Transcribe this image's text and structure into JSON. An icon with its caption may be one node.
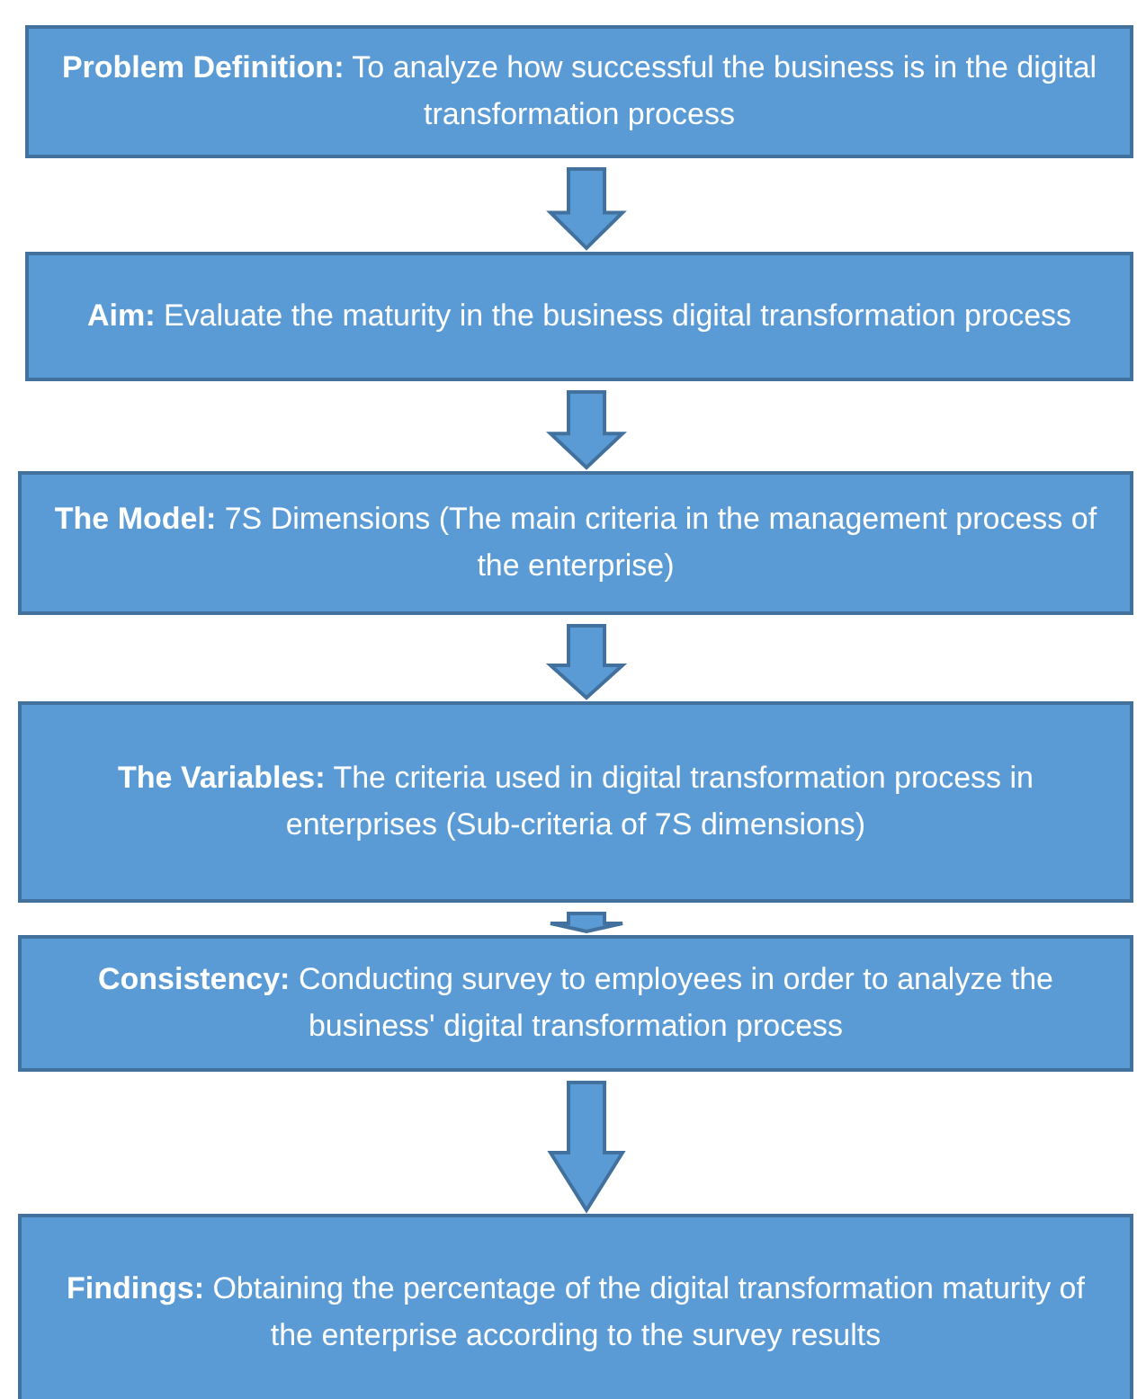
{
  "diagram": {
    "nodes": [
      {
        "text": [
          "**Problem Definition:** To analyze how successful the business is in the digital transformation process"
        ]
      },
      {
        "text": [
          "**Aim:** Evaluate the maturity in the business digital transformation process"
        ]
      },
      {
        "text": [
          "**The Model:** 7S Dimensions (The main criteria in the management process of the enterprise)"
        ]
      },
      {
        "text": [
          "**The Variables:** The criteria used in digital transformation process in enterprises (Sub-criteria of 7S dimensions)"
        ]
      },
      {
        "text": [
          "**Consistency:** Conducting survey to employees in order to analyze the business' digital transformation process"
        ]
      },
      {
        "text": [
          "**Findings:** Obtaining the percentage of the digital transformation maturity of the enterprise according to the survey results"
        ]
      }
    ],
    "edges": [
      {
        "from": 0,
        "to": 1,
        "arrow": "to",
        "style": "thick"
      },
      {
        "from": 1,
        "to": 2,
        "arrow": "to",
        "style": "thick"
      },
      {
        "from": 2,
        "to": 3,
        "arrow": "to",
        "style": "thick"
      },
      {
        "from": 3,
        "to": 4,
        "arrow": "to",
        "style": "thick"
      },
      {
        "from": 4,
        "to": 5,
        "arrow": "to",
        "style": "thick"
      }
    ]
  }
}
